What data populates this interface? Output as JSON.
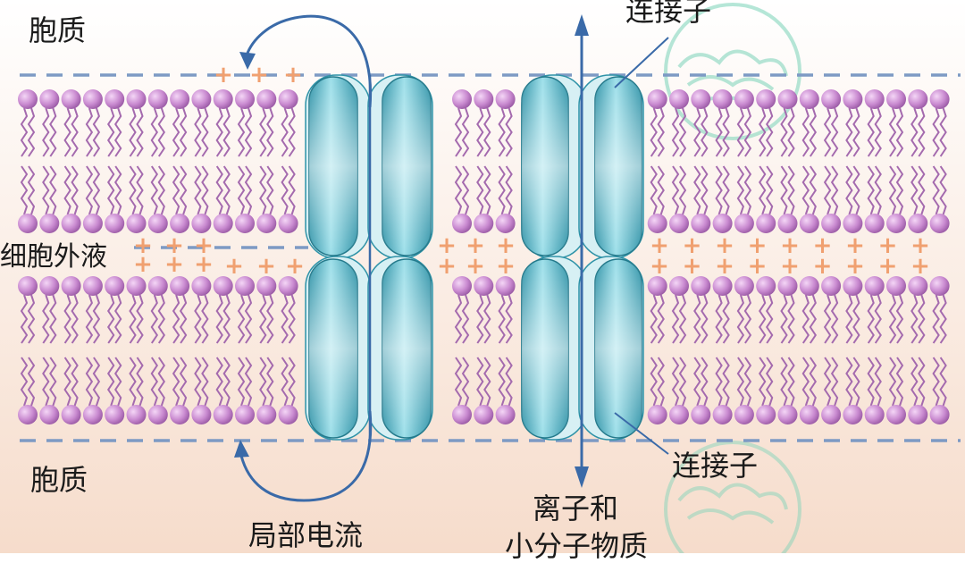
{
  "labels": {
    "cytoplasm_top": "胞质",
    "extracellular": "细胞外液",
    "cytoplasm_bottom": "胞质",
    "local_current": "局部电流",
    "connexon_top": "连接子",
    "connexon_bottom": "连接子",
    "ions_line1": "离子和",
    "ions_line2": "小分子物质"
  },
  "charge_sign": "+",
  "colors": {
    "background_top": "#ffffff",
    "background_bottom": "#f6dccb",
    "lipid_head": "#c98ad0",
    "lipid_tail": "#a46aae",
    "channel": "#3aa3b8",
    "channel_light": "#d7f0f4",
    "arrow": "#3a6aa8",
    "dashed_line": "#7d9ac4",
    "plus_sign": "#f0a070",
    "watermark": "#7ad3b8"
  },
  "icons": [
    "curved-arrow-icon",
    "double-arrow-icon",
    "watermark-cloud-icon"
  ]
}
